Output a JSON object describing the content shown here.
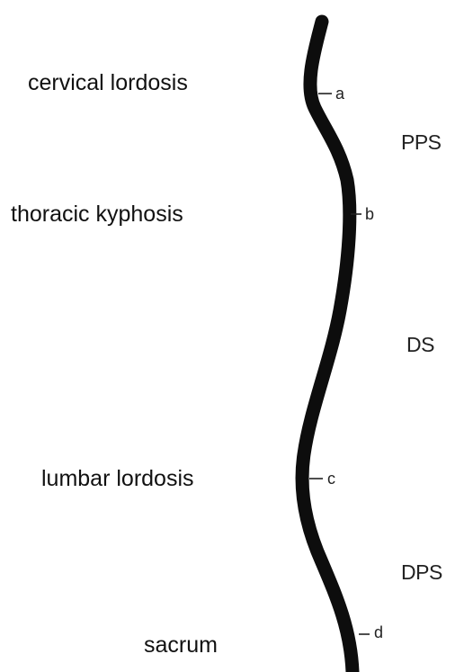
{
  "regions": {
    "cervical": "cervical lordosis",
    "thoracic": "thoracic kyphosis",
    "lumbar": "lumbar lordosis",
    "sacrum": "sacrum"
  },
  "segments": {
    "pps": "PPS",
    "ds": "DS",
    "dps": "DPS"
  },
  "points": {
    "a": "a",
    "b": "b",
    "c": "c",
    "d": "d"
  },
  "colors": {
    "spine": "#0d0d0d",
    "text": "#111111",
    "background": "#ffffff"
  }
}
